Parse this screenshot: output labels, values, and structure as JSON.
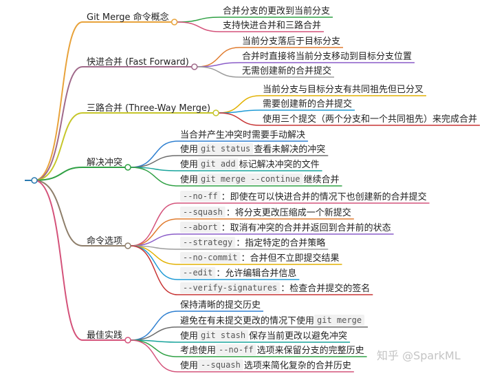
{
  "mindmap": {
    "branches": [
      {
        "label": "Git Merge 命令概念",
        "color": "#e8a23a",
        "leaves": [
          {
            "parts": [
              {
                "t": "合并分支的更改到当前分支"
              }
            ]
          },
          {
            "parts": [
              {
                "t": "支持快进合并和三路合并"
              }
            ]
          }
        ]
      },
      {
        "label": "快进合并 (Fast Forward)",
        "color": "#a0698a",
        "leaves": [
          {
            "parts": [
              {
                "t": "当前分支落后于目标分支"
              }
            ]
          },
          {
            "parts": [
              {
                "t": "合并时直接将当前分支移动到目标分支位置"
              }
            ]
          },
          {
            "parts": [
              {
                "t": "无需创建新的合并提交"
              }
            ]
          }
        ]
      },
      {
        "label": "三路合并 (Three-Way Merge)",
        "color": "#c6c629",
        "leaves": [
          {
            "parts": [
              {
                "t": "当前分支与目标分支有共同祖先但已分叉"
              }
            ]
          },
          {
            "parts": [
              {
                "t": "需要创建新的合并提交"
              }
            ]
          },
          {
            "parts": [
              {
                "t": "使用三个提交（两个分支和一个共同祖先）来完成合并"
              }
            ]
          }
        ]
      },
      {
        "label": "解决冲突",
        "color": "#2ea043",
        "leaves": [
          {
            "parts": [
              {
                "t": "当合并产生冲突时需要手动解决"
              }
            ]
          },
          {
            "parts": [
              {
                "t": "使用 "
              },
              {
                "t": "git status",
                "code": true
              },
              {
                "t": " 查看未解决的冲突"
              }
            ]
          },
          {
            "parts": [
              {
                "t": "使用 "
              },
              {
                "t": "git add",
                "code": true
              },
              {
                "t": " 标记解决冲突的文件"
              }
            ]
          },
          {
            "parts": [
              {
                "t": "使用 "
              },
              {
                "t": "git merge --continue",
                "code": true
              },
              {
                "t": " 继续合并"
              }
            ]
          }
        ]
      },
      {
        "label": "命令选项",
        "color": "#8e7e6a",
        "leaves": [
          {
            "parts": [
              {
                "t": "--no-ff",
                "code": true
              },
              {
                "t": "：即使在可以快进合并的情况下也创建新的合并提交"
              }
            ]
          },
          {
            "parts": [
              {
                "t": "--squash",
                "code": true
              },
              {
                "t": "：将分支更改压缩成一个新提交"
              }
            ]
          },
          {
            "parts": [
              {
                "t": "--abort",
                "code": true
              },
              {
                "t": "：取消有冲突的合并并返回到合并前的状态"
              }
            ]
          },
          {
            "parts": [
              {
                "t": "--strategy",
                "code": true
              },
              {
                "t": "：指定特定的合并策略"
              }
            ]
          },
          {
            "parts": [
              {
                "t": "--no-commit",
                "code": true
              },
              {
                "t": "：合并但不立即提交结果"
              }
            ]
          },
          {
            "parts": [
              {
                "t": "--edit",
                "code": true
              },
              {
                "t": "：允许编辑合并信息"
              }
            ]
          },
          {
            "parts": [
              {
                "t": "--verify-signatures",
                "code": true
              },
              {
                "t": "：检查合并提交的签名"
              }
            ]
          }
        ]
      },
      {
        "label": "最佳实践",
        "color": "#d4527a",
        "leaves": [
          {
            "parts": [
              {
                "t": "保持清晰的提交历史"
              }
            ]
          },
          {
            "parts": [
              {
                "t": "避免在有未提交更改的情况下使用 "
              },
              {
                "t": "git merge",
                "code": true
              }
            ]
          },
          {
            "parts": [
              {
                "t": "使用 "
              },
              {
                "t": "git stash",
                "code": true
              },
              {
                "t": " 保存当前更改以避免冲突"
              }
            ]
          },
          {
            "parts": [
              {
                "t": "考虑使用 "
              },
              {
                "t": "--no-ff",
                "code": true
              },
              {
                "t": " 选项来保留分支的完整历史"
              }
            ]
          },
          {
            "parts": [
              {
                "t": "使用 "
              },
              {
                "t": "--squash",
                "code": true
              },
              {
                "t": " 选项来简化复杂的合并历史"
              }
            ]
          }
        ]
      }
    ],
    "leaf_colors": [
      "#2ea043",
      "#d4527a",
      "#e07b2e",
      "#8a5cc8",
      "#9c9c9c",
      "#e2b100",
      "#1f9bd6",
      "#c73333",
      "#2e7fd0",
      "#6b6b6b",
      "#17a39b"
    ]
  },
  "watermark": "知乎 @SparkML"
}
